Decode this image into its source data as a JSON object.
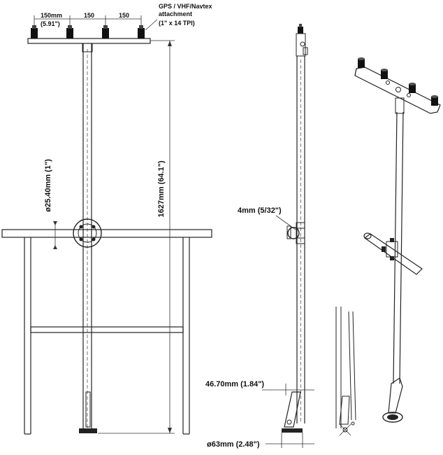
{
  "labels": {
    "gps_attachment": [
      "GPS / VHF/Navtex",
      "attachment",
      "(1\" x 14 TPI)"
    ],
    "spacing_mm": [
      "150mm",
      "150",
      "150"
    ],
    "spacing_in": "(5.91\")",
    "height": "1627mm (64.1\")",
    "tube_diameter": "ø25.40mm (1\")",
    "clamp_thickness": "4mm (5/32\")",
    "base_offset": "46.70mm (1.84\")",
    "base_diameter": "ø63mm (2.48\")"
  },
  "colors": {
    "line": "#222222",
    "background": "#ffffff",
    "knob": "#111111"
  }
}
